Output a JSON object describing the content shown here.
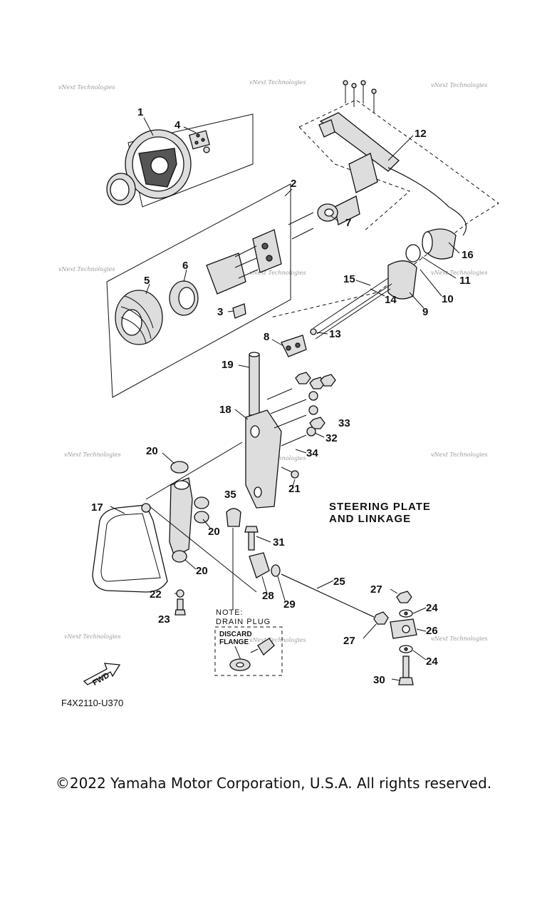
{
  "diagram": {
    "title_line1": "STEERING PLATE",
    "title_line2": "AND LINKAGE",
    "figure_code": "F4X2110-U370",
    "note": {
      "line1": "NOTE:",
      "line2": "DRAIN PLUG",
      "box_line1": "DISCARD",
      "box_line2": "FLANGE"
    },
    "fwd_label": "FWD",
    "watermark": "vNext Technologies",
    "callouts": [
      "1",
      "2",
      "3",
      "4",
      "5",
      "6",
      "7",
      "8",
      "9",
      "10",
      "11",
      "12",
      "13",
      "14",
      "15",
      "16",
      "17",
      "18",
      "19",
      "20",
      "20",
      "20",
      "21",
      "22",
      "23",
      "24",
      "24",
      "25",
      "26",
      "27",
      "27",
      "28",
      "29",
      "30",
      "31",
      "32",
      "33",
      "34",
      "35"
    ]
  },
  "footer": {
    "copyright": "©2022 Yamaha Motor Corporation, U.S.A. All rights reserved."
  }
}
